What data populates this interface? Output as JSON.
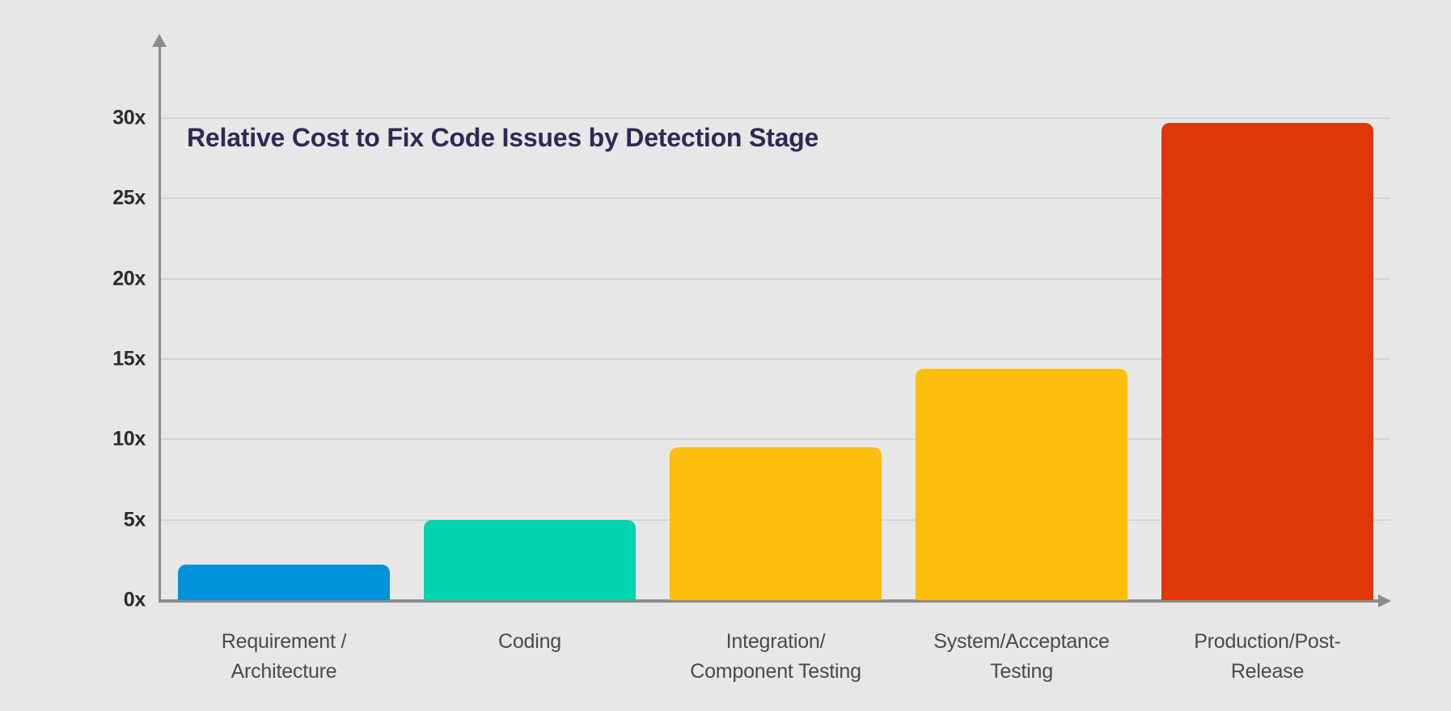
{
  "chart_data": {
    "type": "bar",
    "title": "Relative Cost to Fix Code Issues by Detection Stage",
    "xlabel": "",
    "ylabel": "",
    "categories": [
      "Requirement /\nArchitecture",
      "Coding",
      "Integration/\nComponent Testing",
      "System/Acceptance\nTesting",
      "Production/Post-\nRelease"
    ],
    "values": [
      2.2,
      5.0,
      9.5,
      14.4,
      29.7
    ],
    "ylim": [
      0,
      32
    ],
    "yticks": [
      0,
      5,
      10,
      15,
      20,
      25,
      30
    ],
    "ytick_labels": [
      "0x",
      "5x",
      "10x",
      "15x",
      "20x",
      "25x",
      "30x"
    ],
    "grid": true,
    "legend": false,
    "bar_colors": [
      "#0091da",
      "#00d4ae",
      "#fcbd0c",
      "#fcbd0c",
      "#de3708"
    ]
  },
  "style": {
    "background": "#e7e7e7",
    "title_color": "#2d2a54",
    "axis_color": "#8c8c8c",
    "gridline_color": "#d3d3d3",
    "tick_label_color": "#2b2b2b",
    "category_label_color": "#4a4a4a"
  }
}
